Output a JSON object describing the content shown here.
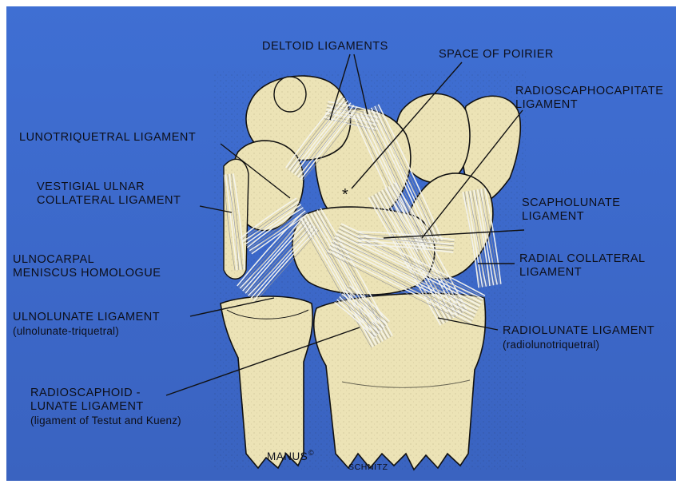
{
  "labels": {
    "deltoid": "DELTOID LIGAMENTS",
    "poirier": "SPACE OF POIRIER",
    "radioscaphocapitate": [
      "RADIOSCAPHOCAPITATE",
      "LIGAMENT"
    ],
    "lunotriquetral": "LUNOTRIQUETRAL LIGAMENT",
    "vestigial": [
      "VESTIGIAL ULNAR",
      "COLLATERAL LIGAMENT"
    ],
    "scapholunate": [
      "SCAPHOLUNATE",
      "LIGAMENT"
    ],
    "ulnocarpal": [
      "ULNOCARPAL",
      "MENISCUS HOMOLOGUE"
    ],
    "radial_collateral": [
      "RADIAL COLLATERAL",
      "LIGAMENT"
    ],
    "ulnolunate": [
      "ULNOLUNATE LIGAMENT",
      "(ulnolunate-triquetral)"
    ],
    "radiolunate": [
      "RADIOLUNATE LIGAMENT",
      "(radiolunotriquetral)"
    ],
    "radioscaphoid": [
      "RADIOSCAPHOID -",
      "LUNATE LIGAMENT",
      "(ligament of Testut and Kuenz)"
    ],
    "asterisk": "*"
  },
  "credits": {
    "manus": "MANUS",
    "copyright": "©",
    "artist": "SCHNITZ"
  },
  "colors": {
    "background": "#3c68c9",
    "bone": "#ece3b6",
    "outline": "#111111",
    "ligament": "#f4f4ef"
  }
}
